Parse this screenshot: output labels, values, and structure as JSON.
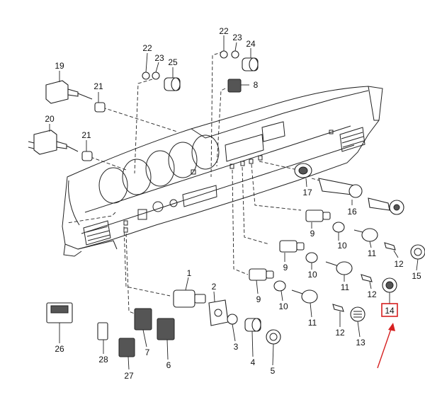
{
  "diagram": {
    "callouts": [
      {
        "id": "c1",
        "text": "1"
      },
      {
        "id": "c2",
        "text": "2"
      },
      {
        "id": "c3",
        "text": "3"
      },
      {
        "id": "c4",
        "text": "4"
      },
      {
        "id": "c5",
        "text": "5"
      },
      {
        "id": "c6",
        "text": "6"
      },
      {
        "id": "c7",
        "text": "7"
      },
      {
        "id": "c8",
        "text": "8"
      },
      {
        "id": "c9a",
        "text": "9"
      },
      {
        "id": "c9b",
        "text": "9"
      },
      {
        "id": "c9c",
        "text": "9"
      },
      {
        "id": "c10a",
        "text": "10"
      },
      {
        "id": "c10b",
        "text": "10"
      },
      {
        "id": "c10c",
        "text": "10"
      },
      {
        "id": "c11a",
        "text": "11"
      },
      {
        "id": "c11b",
        "text": "11"
      },
      {
        "id": "c11c",
        "text": "11"
      },
      {
        "id": "c12a",
        "text": "12"
      },
      {
        "id": "c12b",
        "text": "12"
      },
      {
        "id": "c12c",
        "text": "12"
      },
      {
        "id": "c13",
        "text": "13"
      },
      {
        "id": "c14",
        "text": "14"
      },
      {
        "id": "c15",
        "text": "15"
      },
      {
        "id": "c16",
        "text": "16"
      },
      {
        "id": "c17",
        "text": "17"
      },
      {
        "id": "c19",
        "text": "19"
      },
      {
        "id": "c20",
        "text": "20"
      },
      {
        "id": "c21a",
        "text": "21"
      },
      {
        "id": "c21b",
        "text": "21"
      },
      {
        "id": "c22a",
        "text": "22"
      },
      {
        "id": "c22b",
        "text": "22"
      },
      {
        "id": "c23a",
        "text": "23"
      },
      {
        "id": "c23b",
        "text": "23"
      },
      {
        "id": "c24",
        "text": "24"
      },
      {
        "id": "c25",
        "text": "25"
      },
      {
        "id": "c26",
        "text": "26"
      },
      {
        "id": "c27",
        "text": "27"
      },
      {
        "id": "c28",
        "text": "28"
      }
    ],
    "highlight": {
      "target": "14",
      "color": "#d62020"
    },
    "colors": {
      "ink": "#222222",
      "paper": "#ffffff"
    }
  }
}
